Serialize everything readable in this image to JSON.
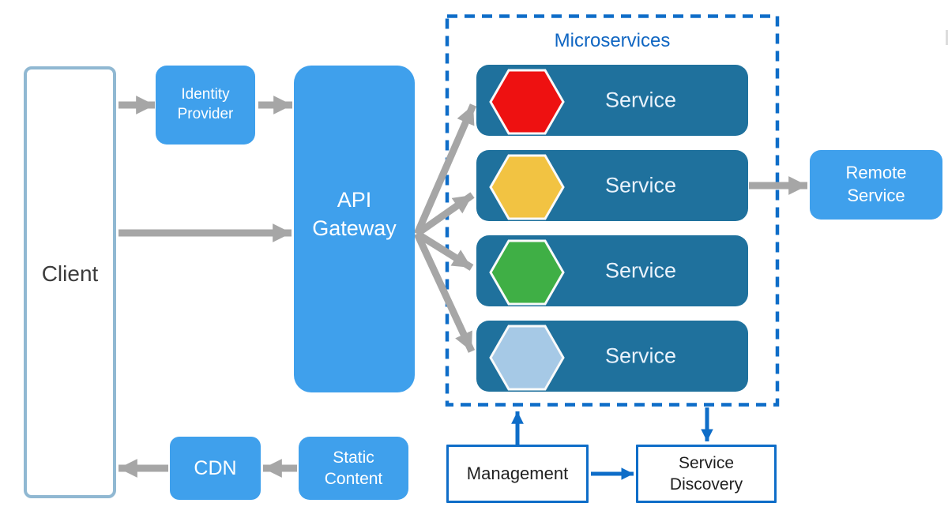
{
  "diagram": {
    "title": "Microservices",
    "nodes": {
      "client": {
        "label": "Client"
      },
      "identity_provider": {
        "label": "Identity Provider"
      },
      "api_gateway": {
        "label": "API Gateway"
      },
      "remote_service": {
        "label": "Remote Service"
      },
      "cdn": {
        "label": "CDN"
      },
      "static_content": {
        "label": "Static Content"
      },
      "management": {
        "label": "Management"
      },
      "service_discovery": {
        "label": "Service Discovery"
      }
    },
    "services": [
      {
        "label": "Service",
        "hex_color": "#EE1111",
        "icon": "hexagon-red"
      },
      {
        "label": "Service",
        "hex_color": "#F2C342",
        "icon": "hexagon-yellow"
      },
      {
        "label": "Service",
        "hex_color": "#3FAF45",
        "icon": "hexagon-green"
      },
      {
        "label": "Service",
        "hex_color": "#A6C9E6",
        "icon": "hexagon-lightblue"
      }
    ],
    "colors": {
      "node_blue": "#3FA0EC",
      "service_teal": "#1F719D",
      "accent_blue": "#0E6DC8",
      "arrow_gray": "#A6A6A6",
      "client_border": "#90B8D2",
      "title_blue": "#1066C2"
    }
  }
}
